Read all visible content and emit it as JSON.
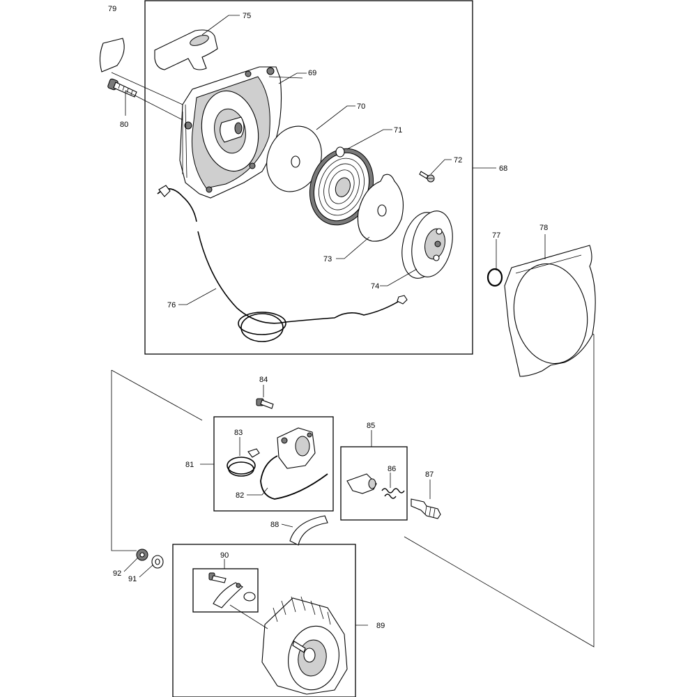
{
  "diagram": {
    "callouts": {
      "c68": "68",
      "c69": "69",
      "c70": "70",
      "c71": "71",
      "c72": "72",
      "c73": "73",
      "c74": "74",
      "c75": "75",
      "c76": "76",
      "c77": "77",
      "c78": "78",
      "c79": "79",
      "c80": "80",
      "c81": "81",
      "c82": "82",
      "c83": "83",
      "c84": "84",
      "c85": "85",
      "c86": "86",
      "c87": "87",
      "c88": "88",
      "c89": "89",
      "c90": "90",
      "c91": "91",
      "c92": "92"
    }
  }
}
